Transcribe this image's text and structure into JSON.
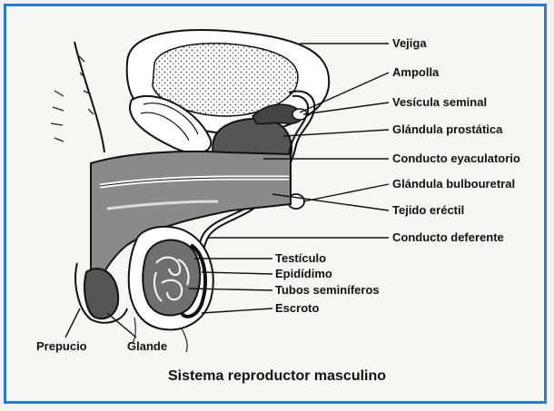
{
  "caption": "Sistema reproductor masculino",
  "labels": {
    "vejiga": "Vejiga",
    "ampolla": "Ampolla",
    "vesicula_seminal": "Vesícula seminal",
    "glandula_prostatica": "Glándula prostática",
    "conducto_eyaculatorio": "Conducto eyaculatorio",
    "glandula_bulbouretral": "Glándula bulbouretral",
    "tejido_erectil": "Tejido eréctil",
    "conducto_deferente": "Conducto deferente",
    "testiculo": "Testículo",
    "epididimo": "Epidídimo",
    "tubos_seminiferos": "Tubos seminíferos",
    "escroto": "Escroto",
    "prepucio": "Prepucio",
    "glande": "Glande"
  },
  "colors": {
    "frame": "#2a7ad4",
    "erectile_tissue": "#8a8a8a",
    "prostate": "#555555",
    "testis_fill": "#6f6f6f"
  }
}
